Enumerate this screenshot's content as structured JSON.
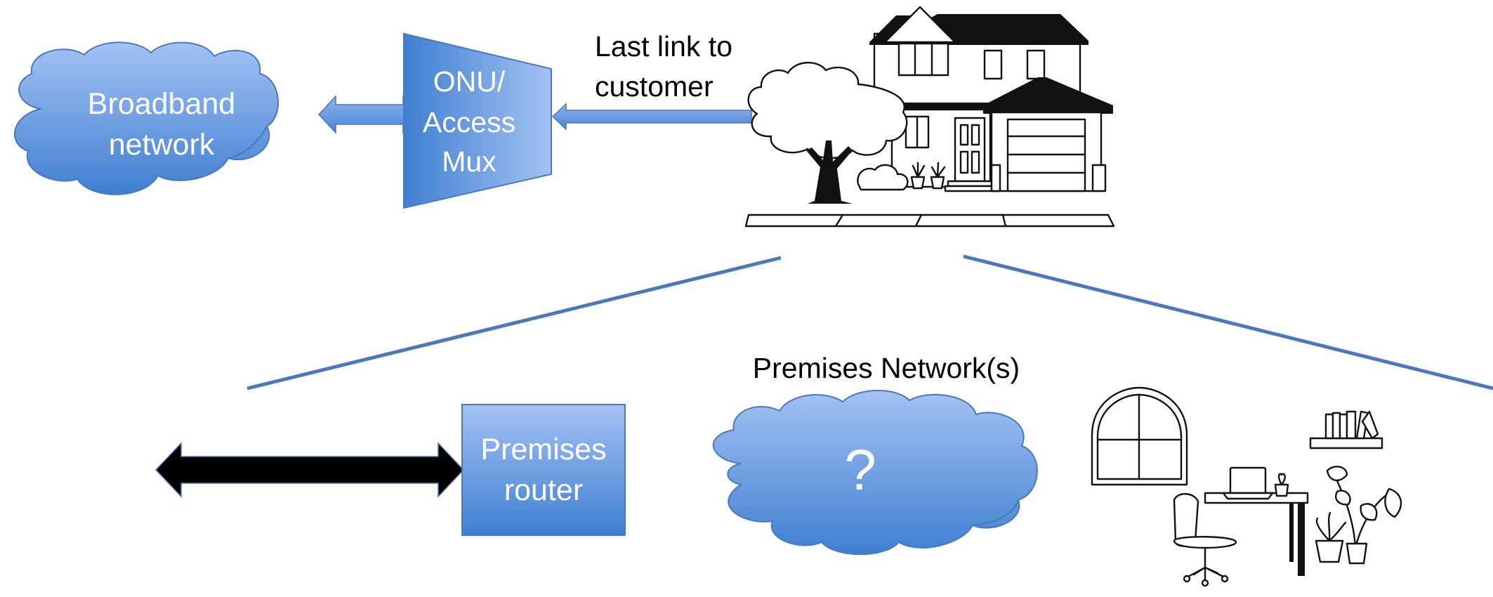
{
  "nodes": {
    "broadband_cloud": {
      "line1": "Broadband",
      "line2": "network"
    },
    "onu_mux": {
      "line1": "ONU/",
      "line2": "Access",
      "line3": "Mux"
    },
    "last_link_label": {
      "line1": "Last link to",
      "line2": "customer"
    },
    "premises_router": {
      "line1": "Premises",
      "line2": "router"
    },
    "premises_network_title": "Premises Network(s)",
    "premises_cloud": {
      "mark": "?"
    }
  },
  "colors": {
    "cloud_fill_top": "#a4c2f4",
    "cloud_fill_bottom": "#3f7fd0",
    "cloud_stroke": "#4a78b8",
    "connector_line": "#4a78b8",
    "black_arrow": "#000000",
    "text_on_shape": "#ffffff",
    "text_plain": "#000000"
  },
  "icons": [
    "house-icon",
    "tree-icon",
    "sidewalk-icon",
    "arched-window-icon",
    "desk-icon",
    "laptop-icon",
    "office-chair-icon",
    "bookshelf-icon",
    "potted-plant-icon"
  ]
}
